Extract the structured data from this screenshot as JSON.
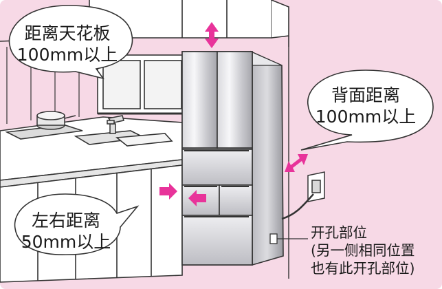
{
  "labels": {
    "ceiling": {
      "line1": "距离天花板",
      "line2": "100mm以上"
    },
    "back": {
      "line1": "背面距离",
      "line2": "100mm以上"
    },
    "side": {
      "line1": "左右距离",
      "line2": "50mm以上"
    },
    "hole": {
      "line1": "开孔部位",
      "line2": "(另一侧相同位置",
      "line3": "也有此开孔部位)"
    }
  },
  "colors": {
    "background": "#f7d9e6",
    "arrow": "#e8339a",
    "outline": "#333333",
    "fridge_light": "#f0f0f2",
    "fridge_mid": "#c8c8cc",
    "fridge_dark": "#8c8c92"
  },
  "icons": [
    "double-arrow-icon",
    "wall-outlet-icon",
    "faucet-icon",
    "pot-icon"
  ]
}
